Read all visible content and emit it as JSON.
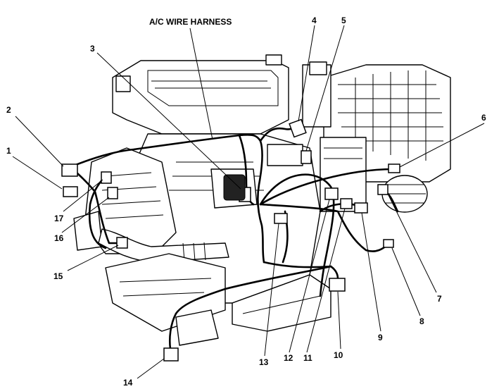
{
  "title": "A/C WIRE HARNESS",
  "callouts": [
    {
      "id": "1",
      "text": "1"
    },
    {
      "id": "2",
      "text": "2"
    },
    {
      "id": "3",
      "text": "3"
    },
    {
      "id": "4",
      "text": "4"
    },
    {
      "id": "5",
      "text": "5"
    },
    {
      "id": "6",
      "text": "6"
    },
    {
      "id": "7",
      "text": "7"
    },
    {
      "id": "8",
      "text": "8"
    },
    {
      "id": "9",
      "text": "9"
    },
    {
      "id": "10",
      "text": "10"
    },
    {
      "id": "11",
      "text": "11"
    },
    {
      "id": "12",
      "text": "12"
    },
    {
      "id": "13",
      "text": "13"
    },
    {
      "id": "14",
      "text": "14"
    },
    {
      "id": "15",
      "text": "15"
    },
    {
      "id": "16",
      "text": "16"
    },
    {
      "id": "17",
      "text": "17"
    }
  ]
}
